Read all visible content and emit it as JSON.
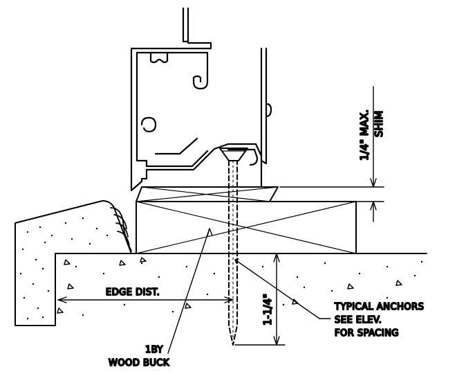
{
  "dimensions": {
    "shim_max": "1/4\" MAX.",
    "shim_label": "SHIM",
    "embed_depth": "1-1/4\"",
    "edge_distance": "EDGE DIST."
  },
  "notes": {
    "anchors_line1": "TYPICAL ANCHORS",
    "anchors_line2": "SEE ELEV.",
    "anchors_line3": "FOR SPACING",
    "buck_line1": "1BY",
    "buck_line2": "WOOD BUCK"
  }
}
